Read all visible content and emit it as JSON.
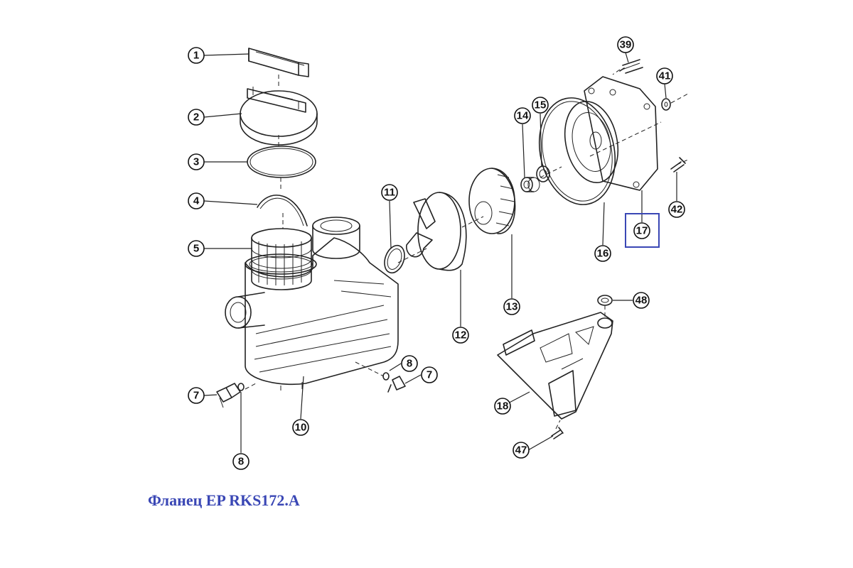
{
  "caption": "Фланец EP RKS172.A",
  "highlight_color": "#3a47b5",
  "highlighted_part": "17",
  "callouts": {
    "c1": "1",
    "c2": "2",
    "c3": "3",
    "c4": "4",
    "c5": "5",
    "c7a": "7",
    "c7b": "7",
    "c8a": "8",
    "c8b": "8",
    "c10": "10",
    "c11": "11",
    "c12": "12",
    "c13": "13",
    "c14": "14",
    "c15": "15",
    "c16": "16",
    "c17": "17",
    "c18": "18",
    "c39": "39",
    "c41": "41",
    "c42": "42",
    "c47": "47",
    "c48": "48"
  }
}
